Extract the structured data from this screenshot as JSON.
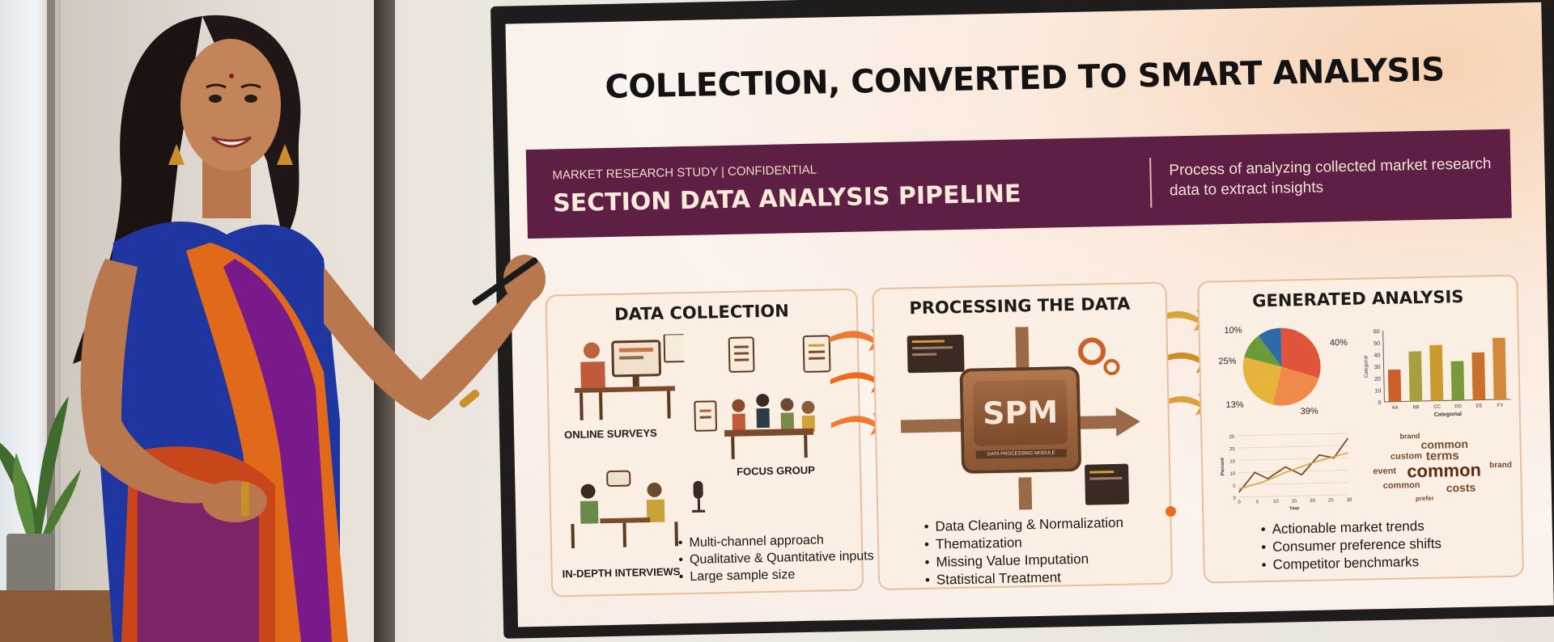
{
  "slide": {
    "title": "COLLECTION, CONVERTED TO SMART ANALYSIS",
    "banner": {
      "eyebrow": "MARKET RESEARCH STUDY | CONFIDENTIAL",
      "headline": "SECTION DATA ANALYSIS PIPELINE",
      "subtitle": "Process of analyzing collected market research data to extract insights"
    },
    "panels": [
      {
        "title": "DATA COLLECTION",
        "labels": [
          "ONLINE SURVEYS",
          "FOCUS GROUP",
          "IN-DEPTH INTERVIEWS"
        ],
        "bullets": [
          "Multi-channel approach",
          "Qualitative & Quantitative inputs",
          "Large sample size"
        ]
      },
      {
        "title": "PROCESSING THE DATA",
        "module_text": "SPM",
        "module_caption": "DATA PROCESSING MODULE",
        "bullets": [
          "Data Cleaning & Normalization",
          "Thematization",
          "Missing Value Imputation",
          "Statistical Treatment"
        ]
      },
      {
        "title": "GENERATED ANALYSIS",
        "pie_labels": [
          "10%",
          "40%",
          "25%",
          "13%",
          "39%"
        ],
        "bar_xlabel": "Categorial",
        "bar_ylabel": "Categorial",
        "bar_categories": [
          "AA",
          "BB",
          "CC",
          "DD",
          "EE",
          "FY"
        ],
        "bar_values": [
          27,
          42,
          47,
          33,
          40,
          52
        ],
        "bar_ticks": [
          "60",
          "50",
          "40",
          "30",
          "20",
          "10",
          "0"
        ],
        "line_xlabel": "Year",
        "line_ylabel": "Percent",
        "line_xticks": [
          "0",
          "5",
          "10",
          "15",
          "20",
          "25",
          "30"
        ],
        "line_yticks": [
          "25",
          "20",
          "15",
          "10",
          "5",
          "0"
        ],
        "words": [
          "brand",
          "common",
          "terms",
          "custom",
          "event",
          "common",
          "brand",
          "common",
          "costs",
          "prefer"
        ],
        "bullets": [
          "Actionable market trends",
          "Consumer preference shifts",
          "Competitor benchmarks"
        ]
      }
    ]
  },
  "colors": {
    "banner": "#5e1f45",
    "accent_orange": "#ef6b1c",
    "panel_bg": "#fbefe3"
  }
}
